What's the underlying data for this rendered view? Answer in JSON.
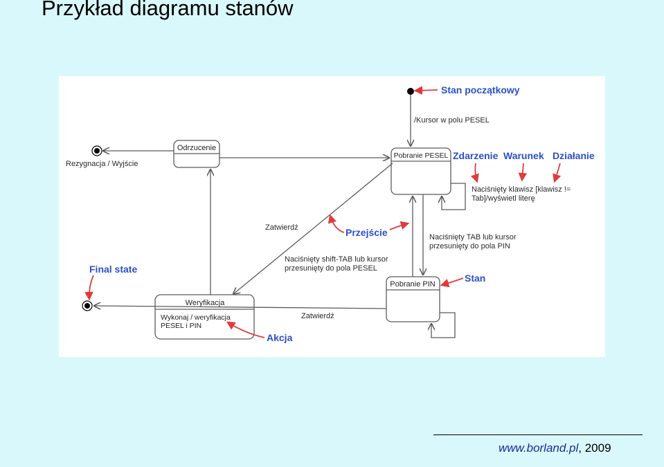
{
  "title": "Przykład diagramu stanów",
  "states": {
    "odrzucenie": "Odrzucenie",
    "pobranie_pesel": "Pobranie PESEL",
    "pobranie_pin": "Pobranie PIN",
    "weryfikacja": "Weryfikacja",
    "weryfikacja_action_1": "Wykonaj / weryfikacja",
    "weryfikacja_action_2": "PESEL i PIN"
  },
  "transitions": {
    "initial": "/Kursor w polu PESEL",
    "exit": "Rezygnacja / Wyjście",
    "zatwierdz_top": "Zatwierdź",
    "zatwierdz_bottom": "Zatwierdź",
    "shift_tab_1": "Naciśnięty shift-TAB lub kursor",
    "shift_tab_2": "przesunięty do pola PESEL",
    "tab_1": "Naciśnięty TAB lub kursor",
    "tab_2": "przesunięty do pola PIN",
    "self_1": "Naciśnięty klawisz [klawisz !=",
    "self_2": "Tab]/wyświetl literę"
  },
  "annotations": {
    "stan_poczatkowy": "Stan początkowy",
    "zdarzenie": "Zdarzenie",
    "warunek": "Warunek",
    "dzialanie": "Działanie",
    "przejscie": "Przejście",
    "stan": "Stan",
    "final_state": "Final state",
    "akcja": "Akcja"
  },
  "footer": {
    "site": "www.borland.pl",
    "year": ", 2009"
  },
  "colors": {
    "background": "#d9f8fb",
    "annotation": "#2b4fc8",
    "pointer": "#e03a3a",
    "line": "#5a5a5a"
  }
}
